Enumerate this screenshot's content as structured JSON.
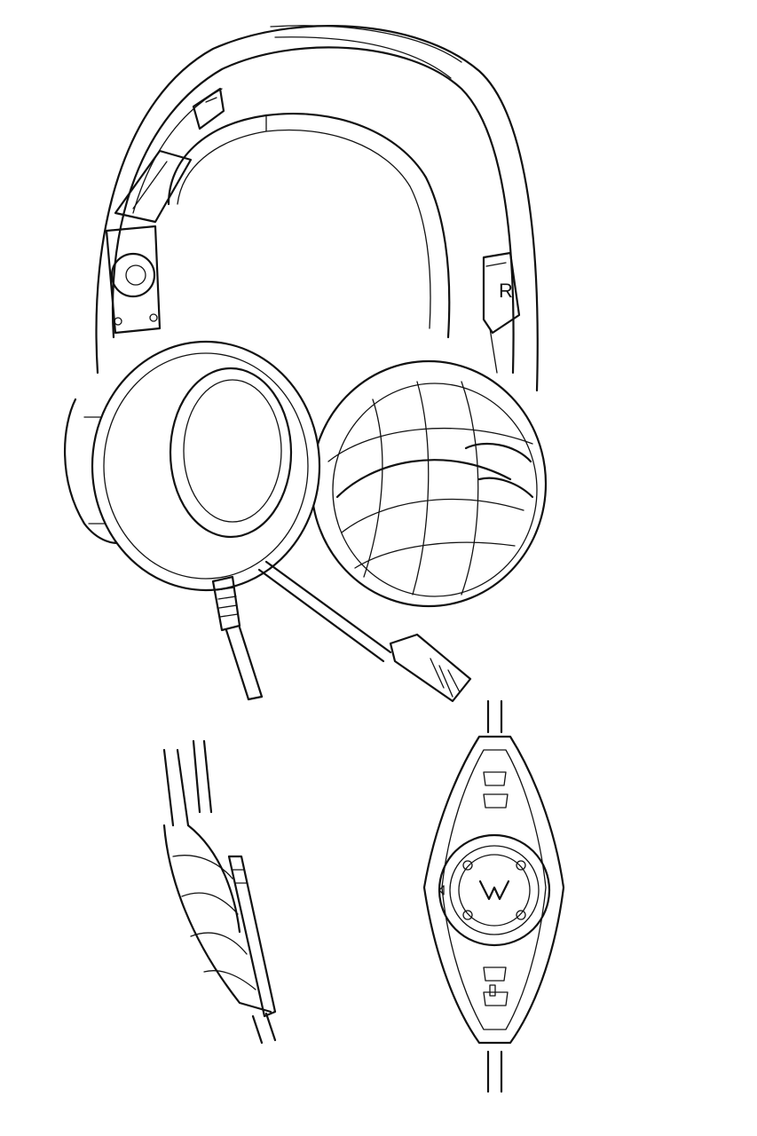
{
  "headset": {
    "side_marker": "R",
    "line_color": "#111111",
    "background": "#ffffff"
  },
  "views": [
    {
      "name": "perspective-view"
    },
    {
      "name": "side-view"
    },
    {
      "name": "front-view-inline-control"
    }
  ]
}
